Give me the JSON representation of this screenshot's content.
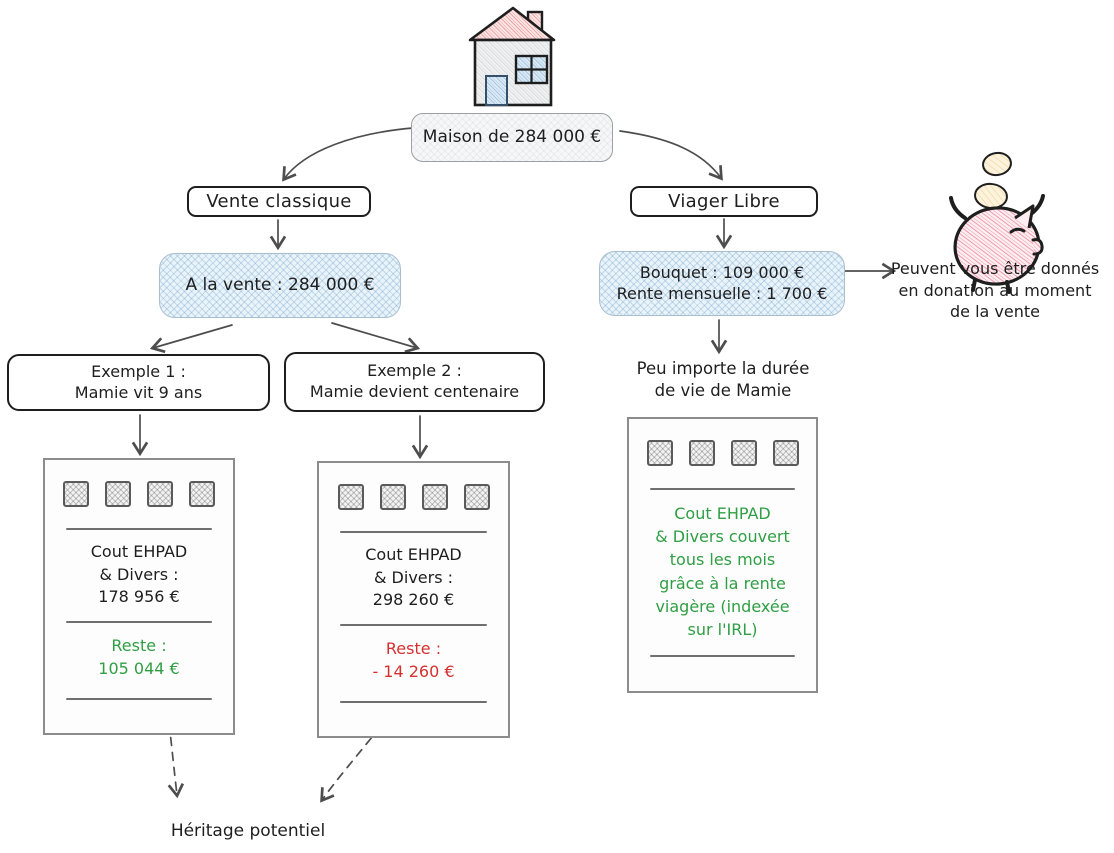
{
  "colors": {
    "ink": "#1e1e1e",
    "positive_green": "#2f9e44",
    "negative_red": "#d63030",
    "blue_box_fill": "#e9f3fa",
    "gray_box_fill": "#f6f7f8",
    "arrow": "#4d4d4d",
    "house_roof": "#f7d0d0",
    "piggy_pink": "#f6b6c2"
  },
  "root": {
    "icon": "house-icon",
    "label": "Maison de 284 000 €"
  },
  "classic_sale": {
    "title": "Vente classique",
    "sale_value": "A la vente : 284 000 €",
    "example1": {
      "title_line1": "Exemple 1 :",
      "title_line2": "Mamie vit 9 ans",
      "card": {
        "cost_line1": "Cout EHPAD",
        "cost_line2": "& Divers :",
        "cost_line3": "178 956 €",
        "rest_line1": "Reste :",
        "rest_line2": "105 044 €",
        "rest_status": "positive"
      }
    },
    "example2": {
      "title_line1": "Exemple 2 :",
      "title_line2": "Mamie devient centenaire",
      "card": {
        "cost_line1": "Cout EHPAD",
        "cost_line2": "& Divers :",
        "cost_line3": "298 260 €",
        "rest_line1": "Reste :",
        "rest_line2": "- 14 260 €",
        "rest_status": "negative"
      }
    },
    "heritage_label": "Héritage potentiel"
  },
  "viager": {
    "title": "Viager Libre",
    "terms_line1": "Bouquet : 109 000 €",
    "terms_line2": "Rente mensuelle : 1 700 €",
    "donation_icon": "piggy-bank-icon",
    "donation_line1": "Peuvent vous être donnés",
    "donation_line2": "en donation au moment",
    "donation_line3": "de la vente",
    "duration_line1": "Peu importe la durée",
    "duration_line2": "de vie de Mamie",
    "card_line1": "Cout EHPAD",
    "card_line2": "& Divers couvert",
    "card_line3": "tous les mois",
    "card_line4": "grâce à la rente",
    "card_line5": "viagère (indexée",
    "card_line6": "sur l'IRL)"
  }
}
